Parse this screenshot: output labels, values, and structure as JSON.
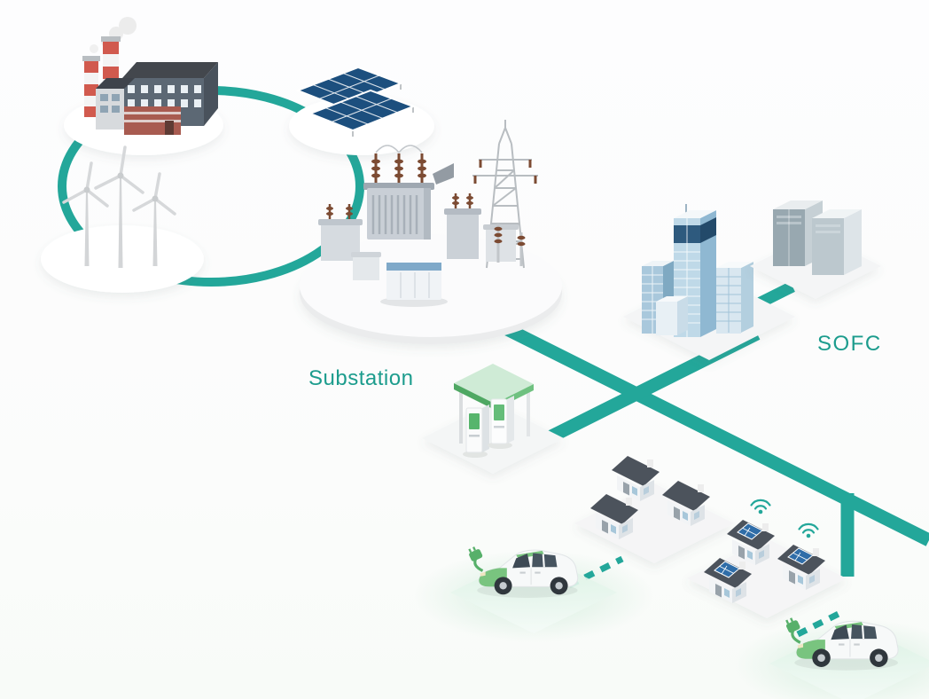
{
  "scene": {
    "title": "energy-grid-isometric-illustration",
    "labels": {
      "substation": "Substation",
      "sofc": "SOFC"
    },
    "colors": {
      "accent_teal": "#23A79A",
      "label_teal": "#1C9C8D",
      "solar_panel_blue": "#1C4F7E",
      "car_green": "#79C47F",
      "charger_green": "#57B06A",
      "roof_gray": "#4C535C",
      "chimney_red": "#D15A4E"
    },
    "icons": [
      "power-plant-icon",
      "solar-panels-icon",
      "wind-turbines-icon",
      "substation-icon",
      "transmission-tower-icon",
      "office-buildings-icon",
      "sofc-units-icon",
      "ev-charging-station-icon",
      "houses-icon",
      "smart-solar-houses-icon",
      "wifi-icon",
      "charging-plug-icon",
      "electric-car-icon"
    ]
  }
}
